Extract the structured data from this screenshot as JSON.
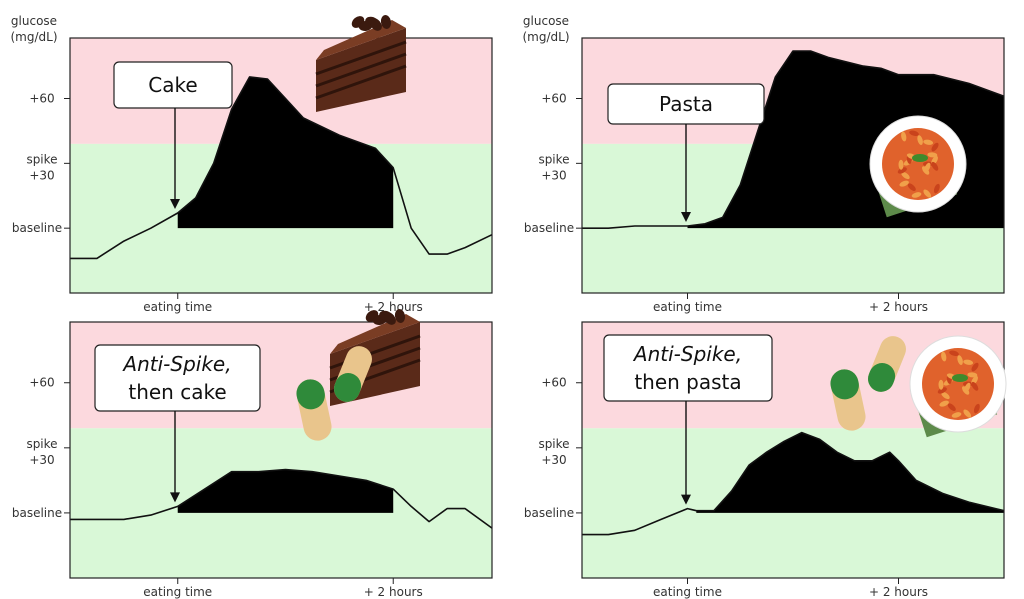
{
  "y_axis_title": [
    "glucose",
    "(mg/dL)"
  ],
  "y_tick_labels": {
    "plus60": "+60",
    "spike": "spike",
    "plus30": "+30",
    "baseline": "baseline"
  },
  "colors": {
    "spike_zone": "#fcd9de",
    "normal_zone": "#d9f8d7",
    "area_fill": "#000000",
    "curve": "#111111"
  },
  "chart_data": [
    {
      "type": "area",
      "panel": "top-left",
      "callout": [
        "Cake"
      ],
      "callout_italic_first": false,
      "food_icon": "cake-slice",
      "pill_icon": false,
      "x_tick_labels": [
        "eating time",
        "+ 2 hours"
      ],
      "x_ticks": [
        0,
        120
      ],
      "xlim": [
        -60,
        175
      ],
      "ylim": [
        -30,
        88
      ],
      "spike_threshold": 39,
      "x": [
        -60,
        -45,
        -30,
        -15,
        0,
        10,
        20,
        30,
        40,
        50,
        60,
        70,
        80,
        90,
        100,
        110,
        120,
        130,
        140,
        150,
        160,
        175
      ],
      "glucose": [
        -14,
        -14,
        -6,
        0,
        7,
        14,
        30,
        55,
        70,
        69,
        60,
        51,
        47,
        43,
        40,
        37,
        28,
        0,
        -12,
        -12,
        -9,
        -3
      ],
      "shaded_x": [
        0,
        120
      ]
    },
    {
      "type": "area",
      "panel": "top-right",
      "callout": [
        "Pasta"
      ],
      "callout_italic_first": false,
      "food_icon": "pasta-plate",
      "pill_icon": false,
      "x_tick_labels": [
        "eating time",
        "+ 2 hours"
      ],
      "x_ticks": [
        0,
        120
      ],
      "xlim": [
        -60,
        180
      ],
      "ylim": [
        -30,
        88
      ],
      "spike_threshold": 39,
      "x": [
        -60,
        -45,
        -30,
        -15,
        0,
        10,
        20,
        30,
        40,
        50,
        60,
        70,
        80,
        90,
        100,
        110,
        120,
        140,
        160,
        180
      ],
      "glucose": [
        0,
        0,
        1,
        1,
        1,
        2,
        5,
        20,
        45,
        70,
        82,
        82,
        79,
        77,
        75,
        74,
        71,
        71,
        67,
        61
      ],
      "shaded_x": [
        0,
        180
      ]
    },
    {
      "type": "area",
      "panel": "bottom-left",
      "callout": [
        "Anti-Spike,",
        "then cake"
      ],
      "callout_italic_first": true,
      "food_icon": "cake-slice",
      "pill_icon": true,
      "x_tick_labels": [
        "eating time",
        "+ 2 hours"
      ],
      "x_ticks": [
        0,
        120
      ],
      "xlim": [
        -60,
        175
      ],
      "ylim": [
        -30,
        88
      ],
      "spike_threshold": 39,
      "x": [
        -60,
        -45,
        -30,
        -15,
        0,
        15,
        30,
        45,
        60,
        75,
        90,
        105,
        120,
        130,
        140,
        150,
        160,
        175
      ],
      "glucose": [
        -3,
        -3,
        -3,
        -1,
        3,
        11,
        19,
        19,
        20,
        19,
        17,
        15,
        11,
        3,
        -4,
        2,
        2,
        -7
      ],
      "shaded_x": [
        0,
        120
      ]
    },
    {
      "type": "area",
      "panel": "bottom-right",
      "callout": [
        "Anti-Spike,",
        "then pasta"
      ],
      "callout_italic_first": true,
      "food_icon": "pasta-plate",
      "pill_icon": true,
      "x_tick_labels": [
        "eating time",
        "+ 2 hours"
      ],
      "x_ticks": [
        0,
        120
      ],
      "xlim": [
        -60,
        180
      ],
      "ylim": [
        -30,
        88
      ],
      "spike_threshold": 39,
      "x": [
        -60,
        -45,
        -30,
        -15,
        0,
        5,
        15,
        25,
        35,
        45,
        55,
        65,
        75,
        85,
        95,
        105,
        115,
        120,
        130,
        145,
        160,
        180
      ],
      "glucose": [
        -10,
        -10,
        -8,
        -3,
        2,
        1,
        1,
        10,
        22,
        28,
        33,
        37,
        34,
        28,
        24,
        24,
        28,
        24,
        15,
        9,
        5,
        1
      ],
      "shaded_x": [
        5,
        180
      ]
    }
  ]
}
